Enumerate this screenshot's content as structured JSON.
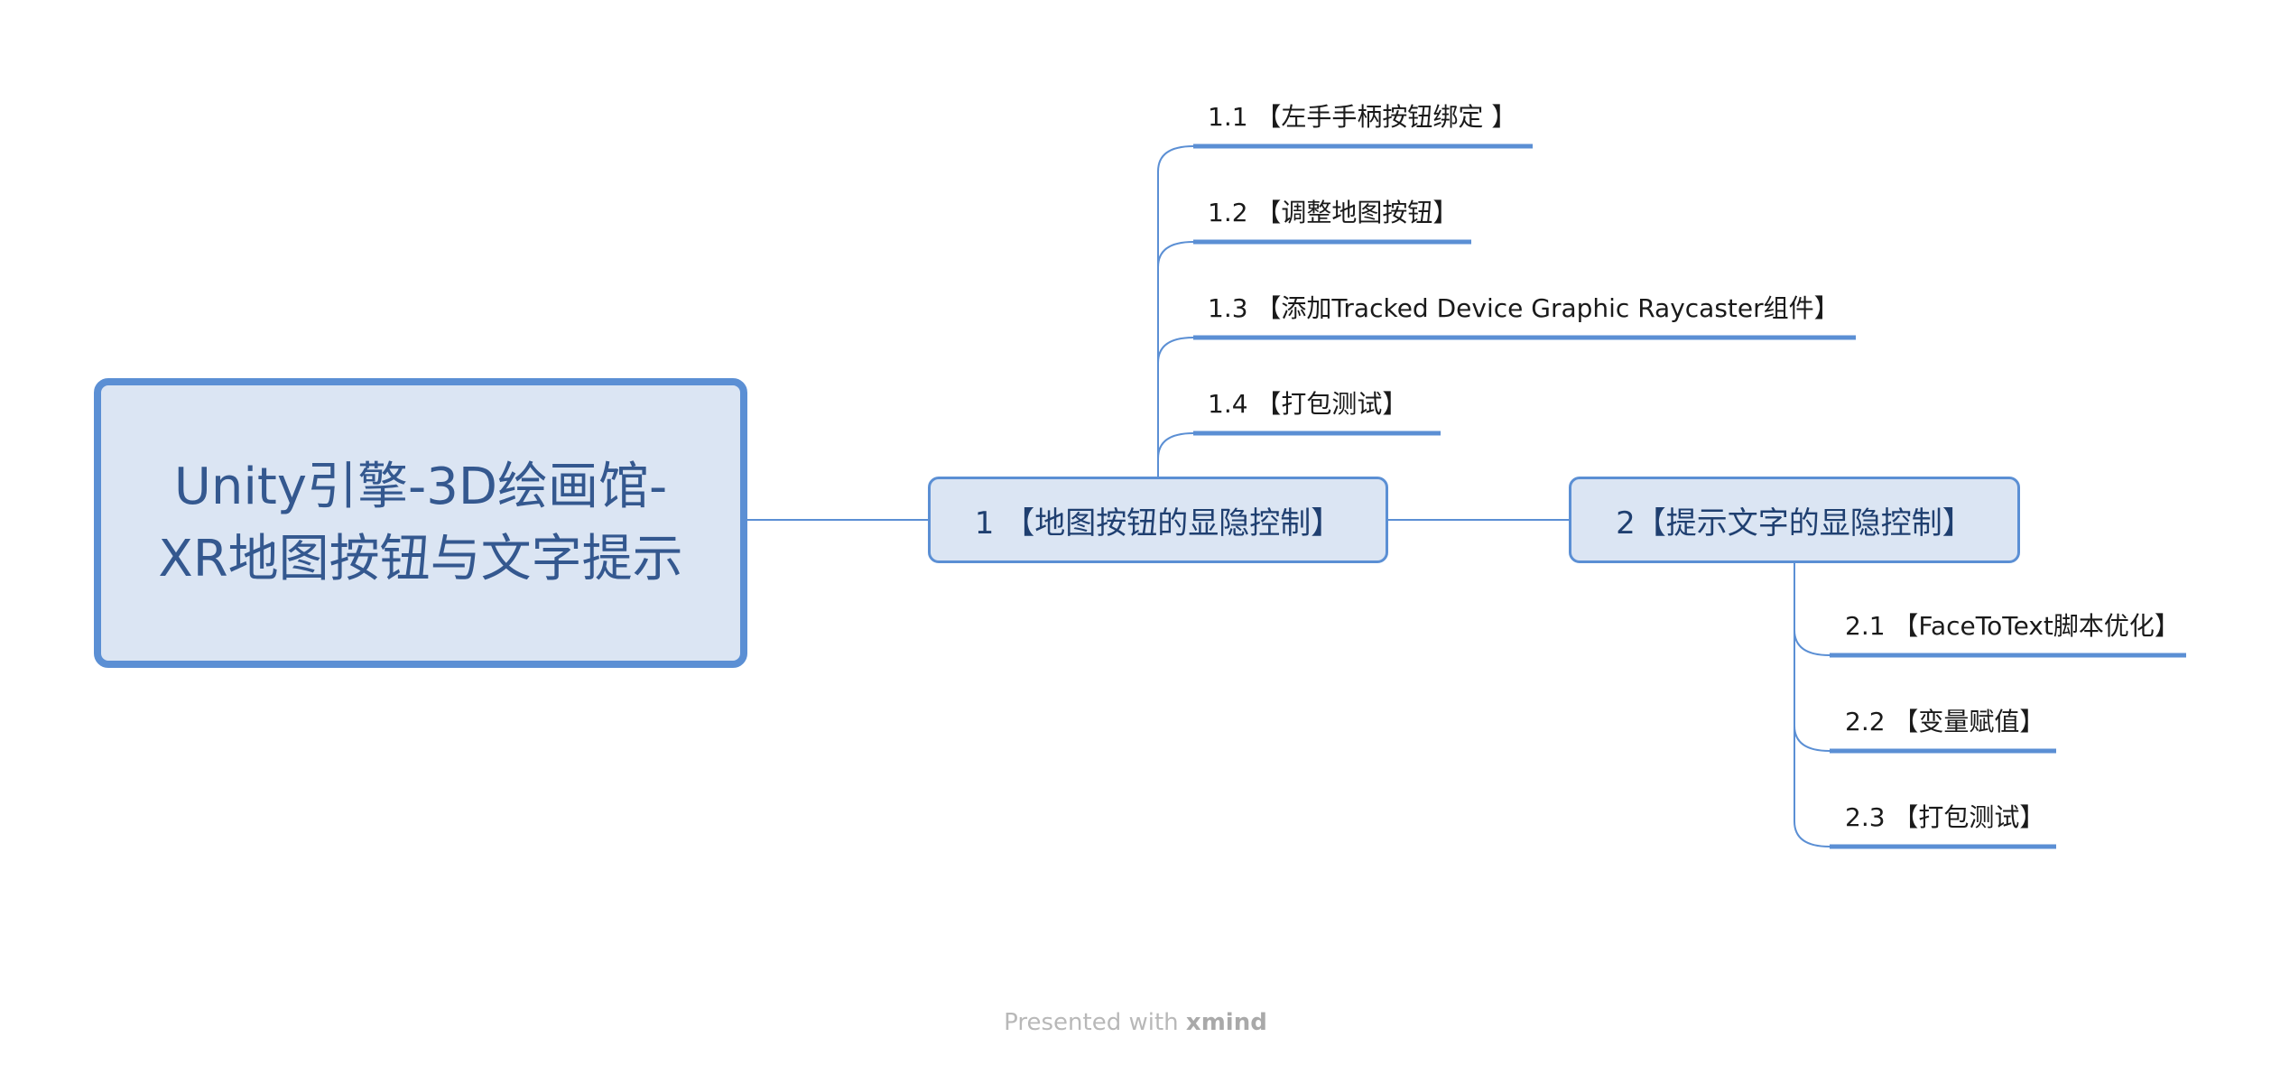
{
  "central_topic": {
    "title": "Unity引擎-3D绘画馆-XR地图按钮与文字提示"
  },
  "main_topics": [
    {
      "label": "1 【地图按钮的显隐控制】",
      "subtopics": [
        "1.1 【左手手柄按钮绑定 】",
        "1.2 【调整地图按钮】",
        "1.3 【添加Tracked Device Graphic Raycaster组件】",
        "1.4 【打包测试】"
      ]
    },
    {
      "label": "2【提示文字的显隐控制】",
      "subtopics": [
        "2.1 【FaceToText脚本优化】",
        "2.2 【变量赋值】",
        "2.3 【打包测试】"
      ]
    }
  ],
  "footer": {
    "prefix": "Presented with ",
    "brand": "xmind"
  },
  "colors": {
    "branch_line": "#5b8fd4",
    "topic_fill": "#dbe5f3",
    "central_text": "#34588f"
  }
}
